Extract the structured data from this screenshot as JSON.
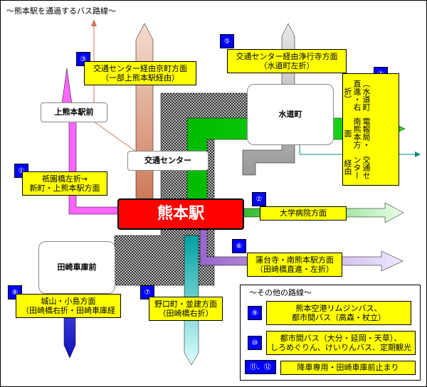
{
  "diagram": {
    "title": "〜熊本駅を通過するバス路線〜",
    "hub_label": "熊本駅",
    "stops": {
      "kami_kumamoto": "上熊本駅前",
      "kotsu_center": "交通センター",
      "suidocho": "水道町",
      "tasaki": "田崎車庫前"
    },
    "routes": [
      {
        "number": "①",
        "color": "#ff66ff",
        "direction": [
          "祇園橋左折→",
          "新町・上熊本駅方面"
        ]
      },
      {
        "number": "②",
        "color": "#33cc33",
        "direction": [
          "大学病院方面"
        ]
      },
      {
        "number": "③",
        "color": "#cc7755",
        "direction": [
          "交通センター経由京町方面",
          "（一部上熊本駅経由）"
        ]
      },
      {
        "number": "④",
        "color": "#00bb00",
        "direction": [
          "交通センター経由",
          "電報局・南熊本方面",
          "（水道町直進・右折）"
        ]
      },
      {
        "number": "⑤",
        "color": "#aaaaaa",
        "direction": [
          "交通センター経由浄行寺方面",
          "（水道町左折）"
        ]
      },
      {
        "number": "⑥",
        "color": "#9966cc",
        "direction": [
          "蓮台寺・南熊本駅方面",
          "（田崎橋直進・左折）"
        ]
      },
      {
        "number": "⑦",
        "color": "#00cccc",
        "direction": [
          "野口町・並建方面",
          "（田崎橋右折）"
        ]
      },
      {
        "number": "⑧",
        "color": "#3333ff",
        "direction": [
          "城山・小島方面",
          "（田崎橋右折・田崎車庫経"
        ]
      }
    ],
    "other_routes": {
      "heading": "〜その他の路線〜",
      "items": [
        {
          "number": "⑨",
          "text": [
            "熊本空港リムジンバス、",
            "都市間バス（高森・杖立）"
          ]
        },
        {
          "number": "⑩",
          "text": [
            "都市間バス（大分・延岡・天草）、",
            "しろめぐりん、けいりんバス、定期観光"
          ]
        },
        {
          "number": "⑪、⑫",
          "text": [
            "降車専用・田崎車庫前止まり"
          ]
        }
      ]
    }
  }
}
